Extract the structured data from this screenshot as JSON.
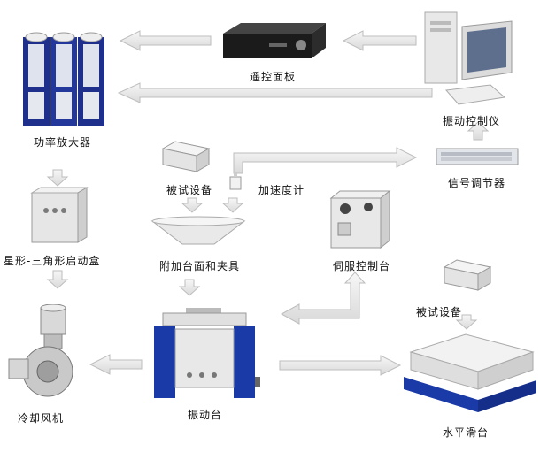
{
  "labels": {
    "remote_panel": "遥控面板",
    "vibration_controller": "振动控制仪",
    "power_amplifier": "功率放大器",
    "test_device_1": "被试设备",
    "accelerometer": "加速度计",
    "signal_conditioner": "信号调节器",
    "star_delta_starter": "星形-三角形启动盒",
    "fixture": "附加台面和夹具",
    "servo_console": "伺服控制台",
    "test_device_2": "被试设备",
    "cooling_fan": "冷却风机",
    "shaker": "振动台",
    "slip_table": "水平滑台"
  },
  "colors": {
    "arrow_fill": "#eeeeee",
    "arrow_stroke": "#c8c8c8",
    "cabinet_blue": "#1e2f8c",
    "base_blue": "#1a3aa8"
  }
}
